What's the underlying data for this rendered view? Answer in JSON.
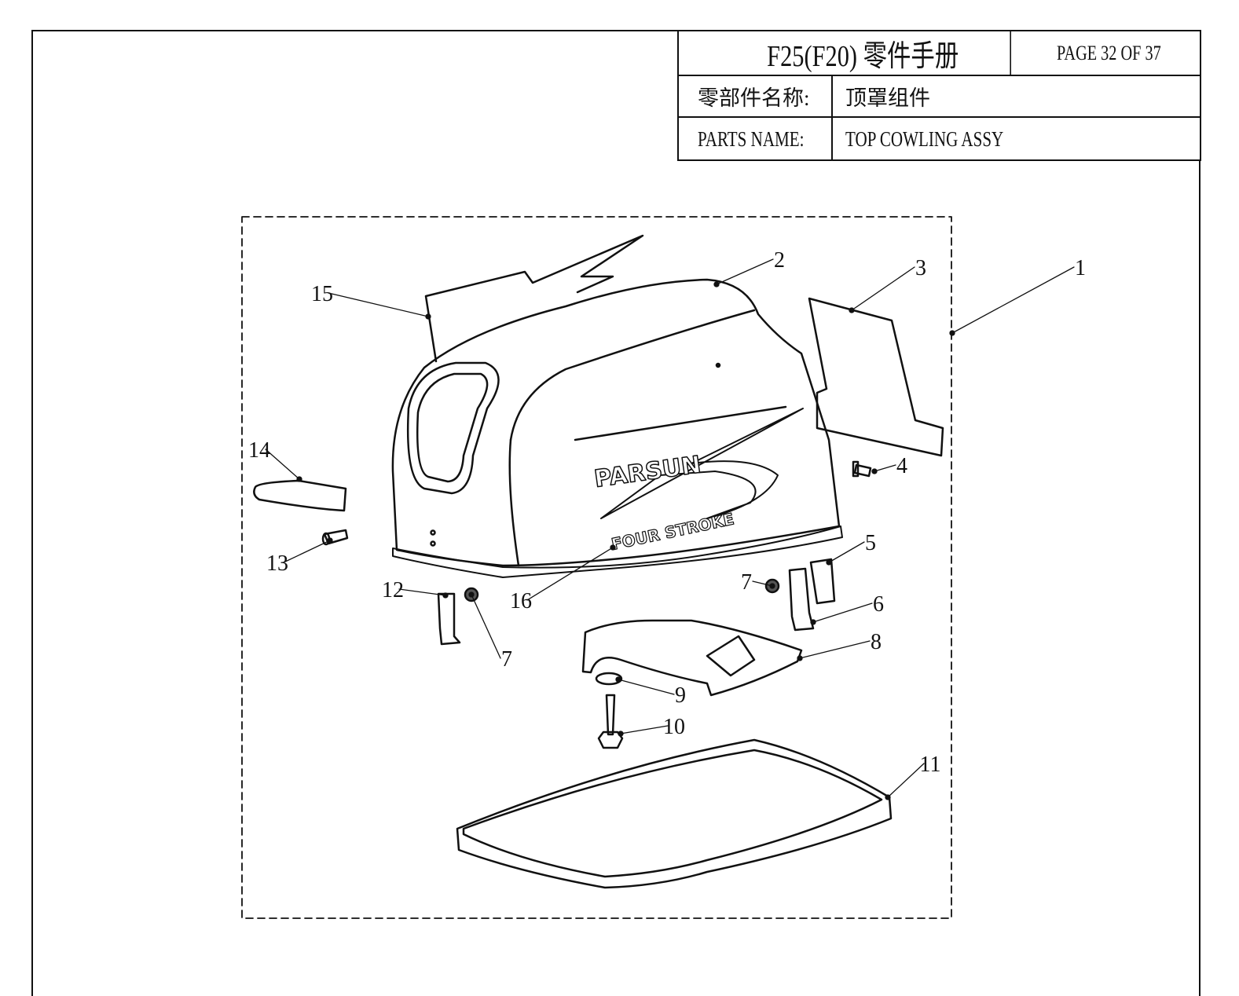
{
  "title_block": {
    "title": "F25(F20) 零件手册",
    "page": "PAGE 32 OF 37",
    "part_name_label_cn": "零部件名称:",
    "part_name_value_cn": "顶罩组件",
    "part_name_label_en": "PARTS NAME:",
    "part_name_value_en": "TOP COWLING ASSY"
  },
  "diagram": {
    "brand_logo": "PARSUN",
    "decal_text": "FOUR STROKE",
    "callouts": [
      "1",
      "2",
      "3",
      "4",
      "5",
      "6",
      "7",
      "7",
      "8",
      "9",
      "10",
      "11",
      "12",
      "13",
      "14",
      "15",
      "16"
    ]
  }
}
